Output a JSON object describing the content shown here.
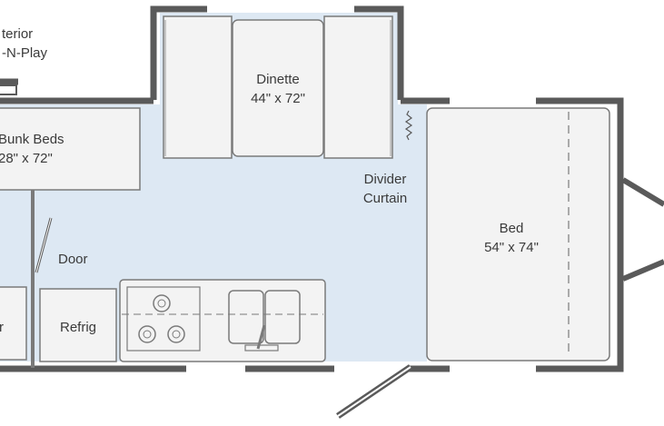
{
  "labels": {
    "exterior_play_line1": "terior",
    "exterior_play_line2": "-N-Play",
    "dinette": "Dinette",
    "dinette_size": "44\" x 72\"",
    "bunk_beds": "Bunk Beds",
    "bunk_size": "28\" x 72\"",
    "divider_line1": "Divider",
    "divider_line2": "Curtain",
    "bed": "Bed",
    "bed_size": "54\" x 74\"",
    "door": "Door",
    "refrig": "Refrig",
    "cut_label": "r"
  },
  "colors": {
    "wall": "#5a5a5a",
    "floor": "#dde8f3",
    "fixture_fill": "#f3f3f3",
    "fixture_stroke": "#7a7a7a",
    "text": "#3a3a3a",
    "window": "#ffffff"
  }
}
